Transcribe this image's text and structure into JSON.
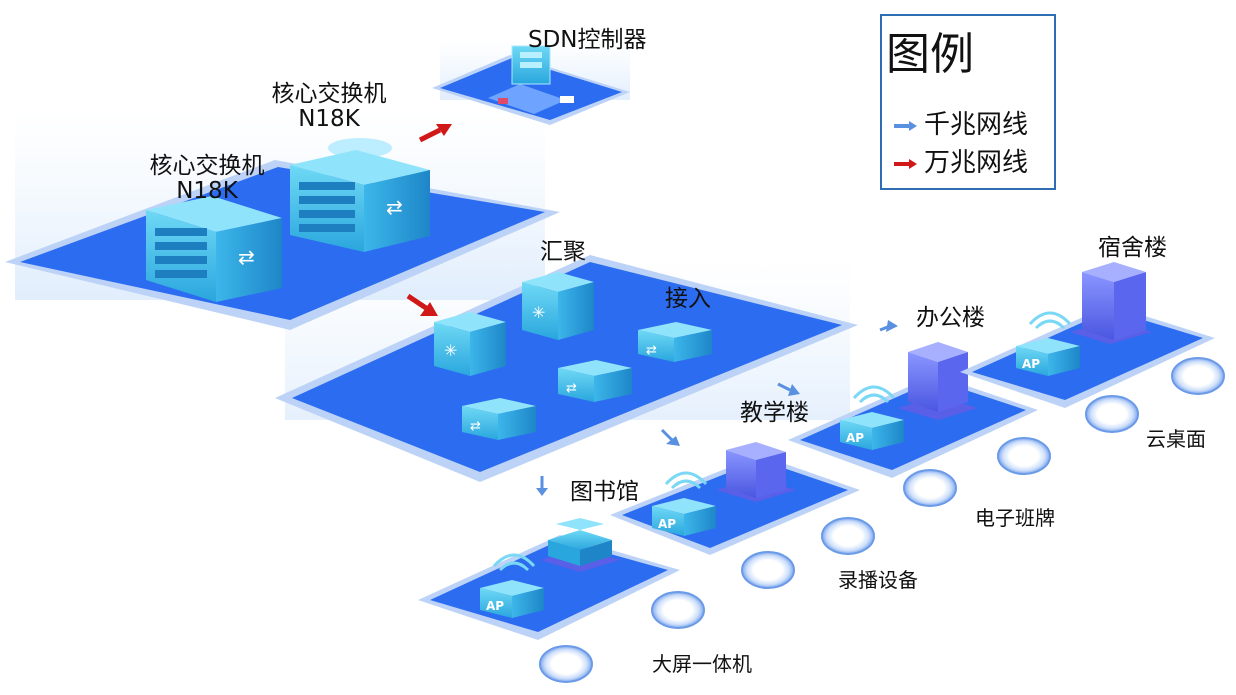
{
  "legend": {
    "title": "图例",
    "items": [
      {
        "label": "千兆网线",
        "color": "#5a90e0"
      },
      {
        "label": "万兆网线",
        "color": "#d01818"
      }
    ]
  },
  "nodes": {
    "sdn_controller": "SDN控制器",
    "core_switch_a": {
      "line1": "核心交换机",
      "line2": "N18K"
    },
    "core_switch_b": {
      "line1": "核心交换机",
      "line2": "N18K"
    },
    "aggregation": "汇聚",
    "access": "接入",
    "ap_label": "AP"
  },
  "buildings": {
    "library": "图书馆",
    "teaching": "教学楼",
    "office": "办公楼",
    "dormitory": "宿舍楼"
  },
  "terminals": {
    "large_screen": "大屏一体机",
    "recording": "录播设备",
    "e_board": "电子班牌",
    "cloud_desktop": "云桌面"
  },
  "colors": {
    "platform": "#2b6cf0",
    "platform_edge": "#bcd3f7",
    "device": "#49c6ec",
    "gigabit": "#5a90e0",
    "ten_gigabit": "#d01818"
  }
}
